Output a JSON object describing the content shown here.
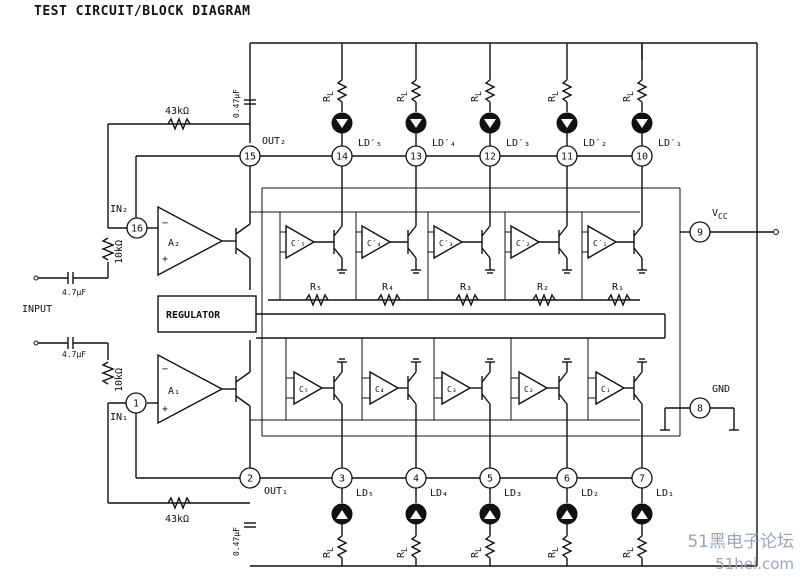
{
  "title": "TEST CIRCUIT/BLOCK DIAGRAM",
  "pins": [
    {
      "num": "1"
    },
    {
      "num": "2"
    },
    {
      "num": "3"
    },
    {
      "num": "4"
    },
    {
      "num": "5"
    },
    {
      "num": "6"
    },
    {
      "num": "7"
    },
    {
      "num": "8"
    },
    {
      "num": "9"
    },
    {
      "num": "10"
    },
    {
      "num": "11"
    },
    {
      "num": "12"
    },
    {
      "num": "13"
    },
    {
      "num": "14"
    },
    {
      "num": "15"
    },
    {
      "num": "16"
    }
  ],
  "labels": {
    "out2": "OUT₂",
    "out1": "OUT₁",
    "in2": "IN₂",
    "in1": "IN₁",
    "input": "INPUT",
    "vcc": "V",
    "vcc_sub": "CC",
    "gnd": "GND",
    "regulator": "REGULATOR",
    "amp2": "A₂",
    "amp1": "A₁",
    "res_43k_top": "43kΩ",
    "res_43k_bottom": "43kΩ",
    "res_10k_top": "10kΩ",
    "res_10k_bottom": "10kΩ",
    "cap_47_top": "4.7μF",
    "cap_47_bottom": "4.7μF",
    "cap_047_top": "0.47μF",
    "cap_047_bottom": "0.47μF",
    "rl": "R",
    "rl_sub": "L"
  },
  "top_leds": [
    "LD′₅",
    "LD′₄",
    "LD′₃",
    "LD′₂",
    "LD′₁"
  ],
  "bottom_leds": [
    "LD₅",
    "LD₄",
    "LD₃",
    "LD₂",
    "LD₁"
  ],
  "resistors": [
    "R₅",
    "R₄",
    "R₃",
    "R₂",
    "R₁"
  ],
  "comparators_top": [
    "C′₅",
    "C′₄",
    "C′₃",
    "C′₂",
    "C′₁"
  ],
  "comparators_bottom": [
    "C₅",
    "C₄",
    "C₃",
    "C₂",
    "C₁"
  ],
  "watermark": {
    "line1": "51黑电子论坛",
    "line2": "51hei.com"
  }
}
